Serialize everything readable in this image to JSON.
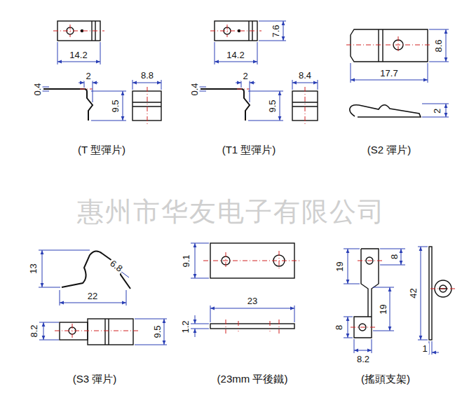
{
  "diagram": {
    "labels": [
      "14.2",
      "2",
      "0.4",
      "9.5",
      "8.8",
      "(T 型彈片)",
      "7.6",
      "14.2",
      "2",
      "0.4",
      "9.5",
      "8.4",
      "(T1 型彈片)",
      "8.6",
      "17.7",
      "2",
      "(S2 彈片)",
      "惠州市华友电子有限公司",
      "13",
      "6.8",
      "22",
      "8.2",
      "9.5",
      "(S3 彈片)",
      "9.1",
      "23",
      "1.2",
      "(23mm 平後鐵)",
      "19",
      "8",
      "42",
      "19",
      "8",
      "8.2",
      "1",
      "(搖頭支架)"
    ]
  }
}
